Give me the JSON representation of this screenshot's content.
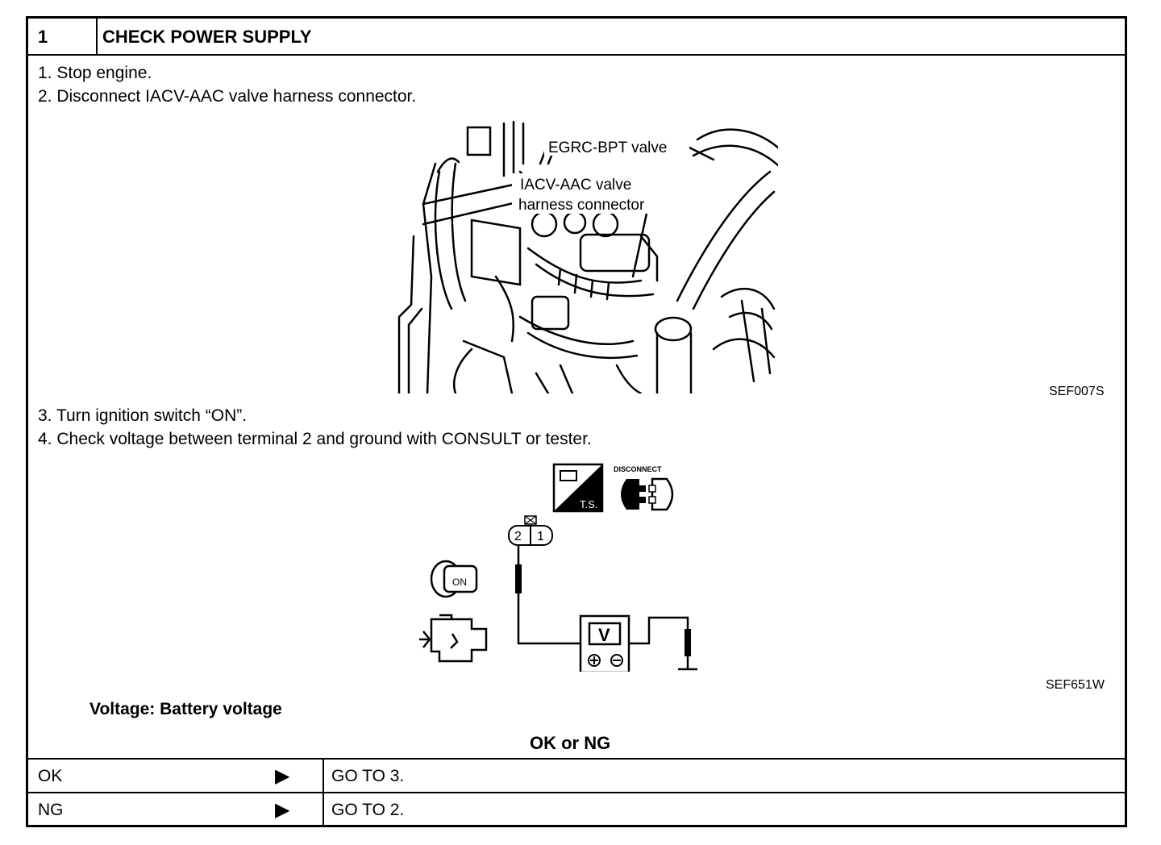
{
  "header": {
    "number": "1",
    "title": "CHECK POWER SUPPLY"
  },
  "steps": [
    "1.  Stop engine.",
    "2.  Disconnect IACV-AAC valve harness connector.",
    "3.  Turn ignition switch “ON”.",
    "4.  Check voltage between terminal 2 and ground with CONSULT or tester."
  ],
  "figure1": {
    "label_egrc": "EGRC-BPT valve",
    "label_iacv": "IACV-AAC valve",
    "label_harness": "harness connector",
    "id": "SEF007S"
  },
  "figure2": {
    "disconnect_label": "DISCONNECT",
    "ts_label": "T.S.",
    "terminal_2": "2",
    "terminal_1": "1",
    "key_label": "ON",
    "meter_label": "V",
    "id": "SEF651W"
  },
  "spec": "Voltage: Battery voltage",
  "decision": "OK or NG",
  "results": [
    {
      "key": "OK",
      "arrow": "▶",
      "action": "GO TO 3."
    },
    {
      "key": "NG",
      "arrow": "▶",
      "action": "GO TO 2."
    }
  ]
}
